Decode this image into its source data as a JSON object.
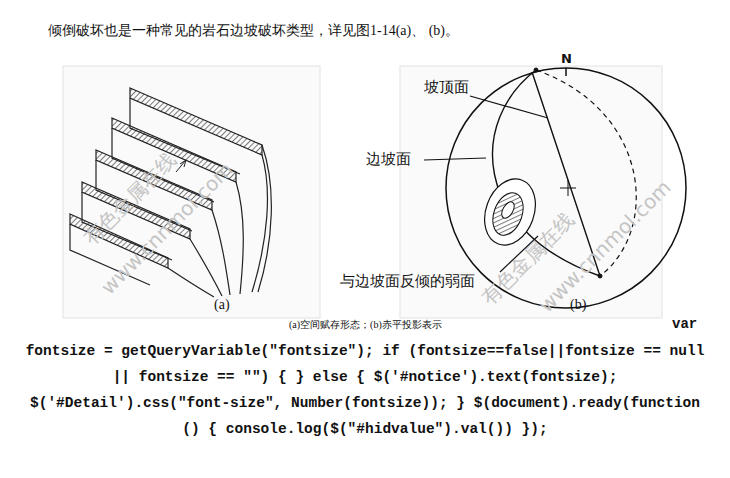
{
  "diagram": {
    "caption": "(a)空间赋存形态；(b)赤平投影表示",
    "labels": [
      "倾倒破坏也是一种常见的岩石边坡破坏类型，详见图1-14(a)、 (b)。",
      "(a)",
      "(b)",
      "N",
      "坡顶面",
      "边坡面",
      "与边坡面反倾的弱面",
      "有色金属在线",
      "www.cnnmol.com",
      "有色金属在线",
      "www.cnnmol.com",
      "var",
      "fontsize = getQueryVariable(\"fontsize\"); if (fontsize==false||fontsize == null || fontsize == \"\") { } else { $('#notice').text(fontsize); $('#Detail').css(\"font-size\", Number(fontsize)); } $(document).ready(function () { console.log($(\"#hidvalue\").val()) });"
    ]
  }
}
